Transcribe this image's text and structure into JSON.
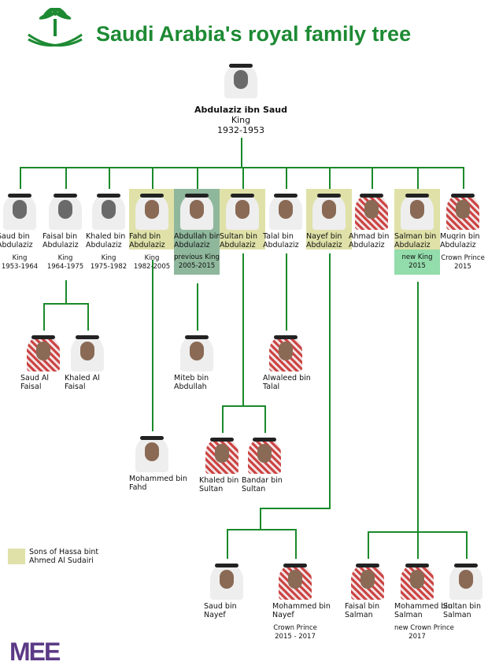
{
  "title": "Saudi Arabia's royal family tree",
  "root": {
    "name": "Abdulaziz ibn Saud",
    "role": "King",
    "years": "1932-1953"
  },
  "legend": {
    "label": "Sons of Hassa bint Ahmed Al Sudairi",
    "color": "#dfe1a8"
  },
  "logo": "MEE",
  "colors": {
    "title": "#1d8a33",
    "lines": "#1a8a2b",
    "sudairi": "#dfe1a8",
    "previous_king": "#8fb79c",
    "new_king": "#93dcab",
    "logo": "#5b3a86"
  },
  "sons": [
    {
      "name": "Saud bin Abdulaziz",
      "role": [
        "King",
        "1953-1964"
      ]
    },
    {
      "name": "Faisal bin Abdulaziz",
      "role": [
        "King",
        "1964-1975"
      ]
    },
    {
      "name": "Khaled bin Abdulaziz",
      "role": [
        "King",
        "1975-1982"
      ]
    },
    {
      "name": "Fahd bin Abdulaziz",
      "role": [
        "King",
        "1982-2005"
      ],
      "sudairi": true
    },
    {
      "name": "Abdullah bin Abdulaziz",
      "role": [
        "previous King",
        "2005-2015"
      ],
      "status": "prev"
    },
    {
      "name": "Sultan bin Abdulaziz",
      "role": [],
      "sudairi": true
    },
    {
      "name": "Talal bin Abdulaziz",
      "role": []
    },
    {
      "name": "Nayef bin Abdulaziz",
      "role": [],
      "sudairi": true
    },
    {
      "name": "Ahmad bin Abdulaziz",
      "role": []
    },
    {
      "name": "Salman bin Abdulaziz",
      "role": [
        "new King",
        "2015"
      ],
      "sudairi": true,
      "status": "newk"
    },
    {
      "name": "Muqrin bin Abdulaziz",
      "role": [
        "Crown Prince",
        "2015"
      ]
    }
  ],
  "grandsons": [
    {
      "name": "Saud Al Faisal",
      "role": []
    },
    {
      "name": "Khaled Al Faisal",
      "role": []
    },
    {
      "name": "Miteb bin Abdullah",
      "role": []
    },
    {
      "name": "Alwaleed bin Talal",
      "role": []
    },
    {
      "name": "Mohammed bin Fahd",
      "role": []
    },
    {
      "name": "Khaled bin Sultan",
      "role": []
    },
    {
      "name": "Bandar bin Sultan",
      "role": []
    },
    {
      "name": "Saud bin Nayef",
      "role": []
    },
    {
      "name": "Mohammed bin Nayef",
      "role": [
        "Crown Prince",
        "2015 - 2017"
      ]
    },
    {
      "name": "Faisal bin Salman",
      "role": []
    },
    {
      "name": "Mohammed bin Salman",
      "role": [
        "new Crown Prince",
        "2017"
      ]
    },
    {
      "name": "Sultan bin Salman",
      "role": []
    }
  ]
}
